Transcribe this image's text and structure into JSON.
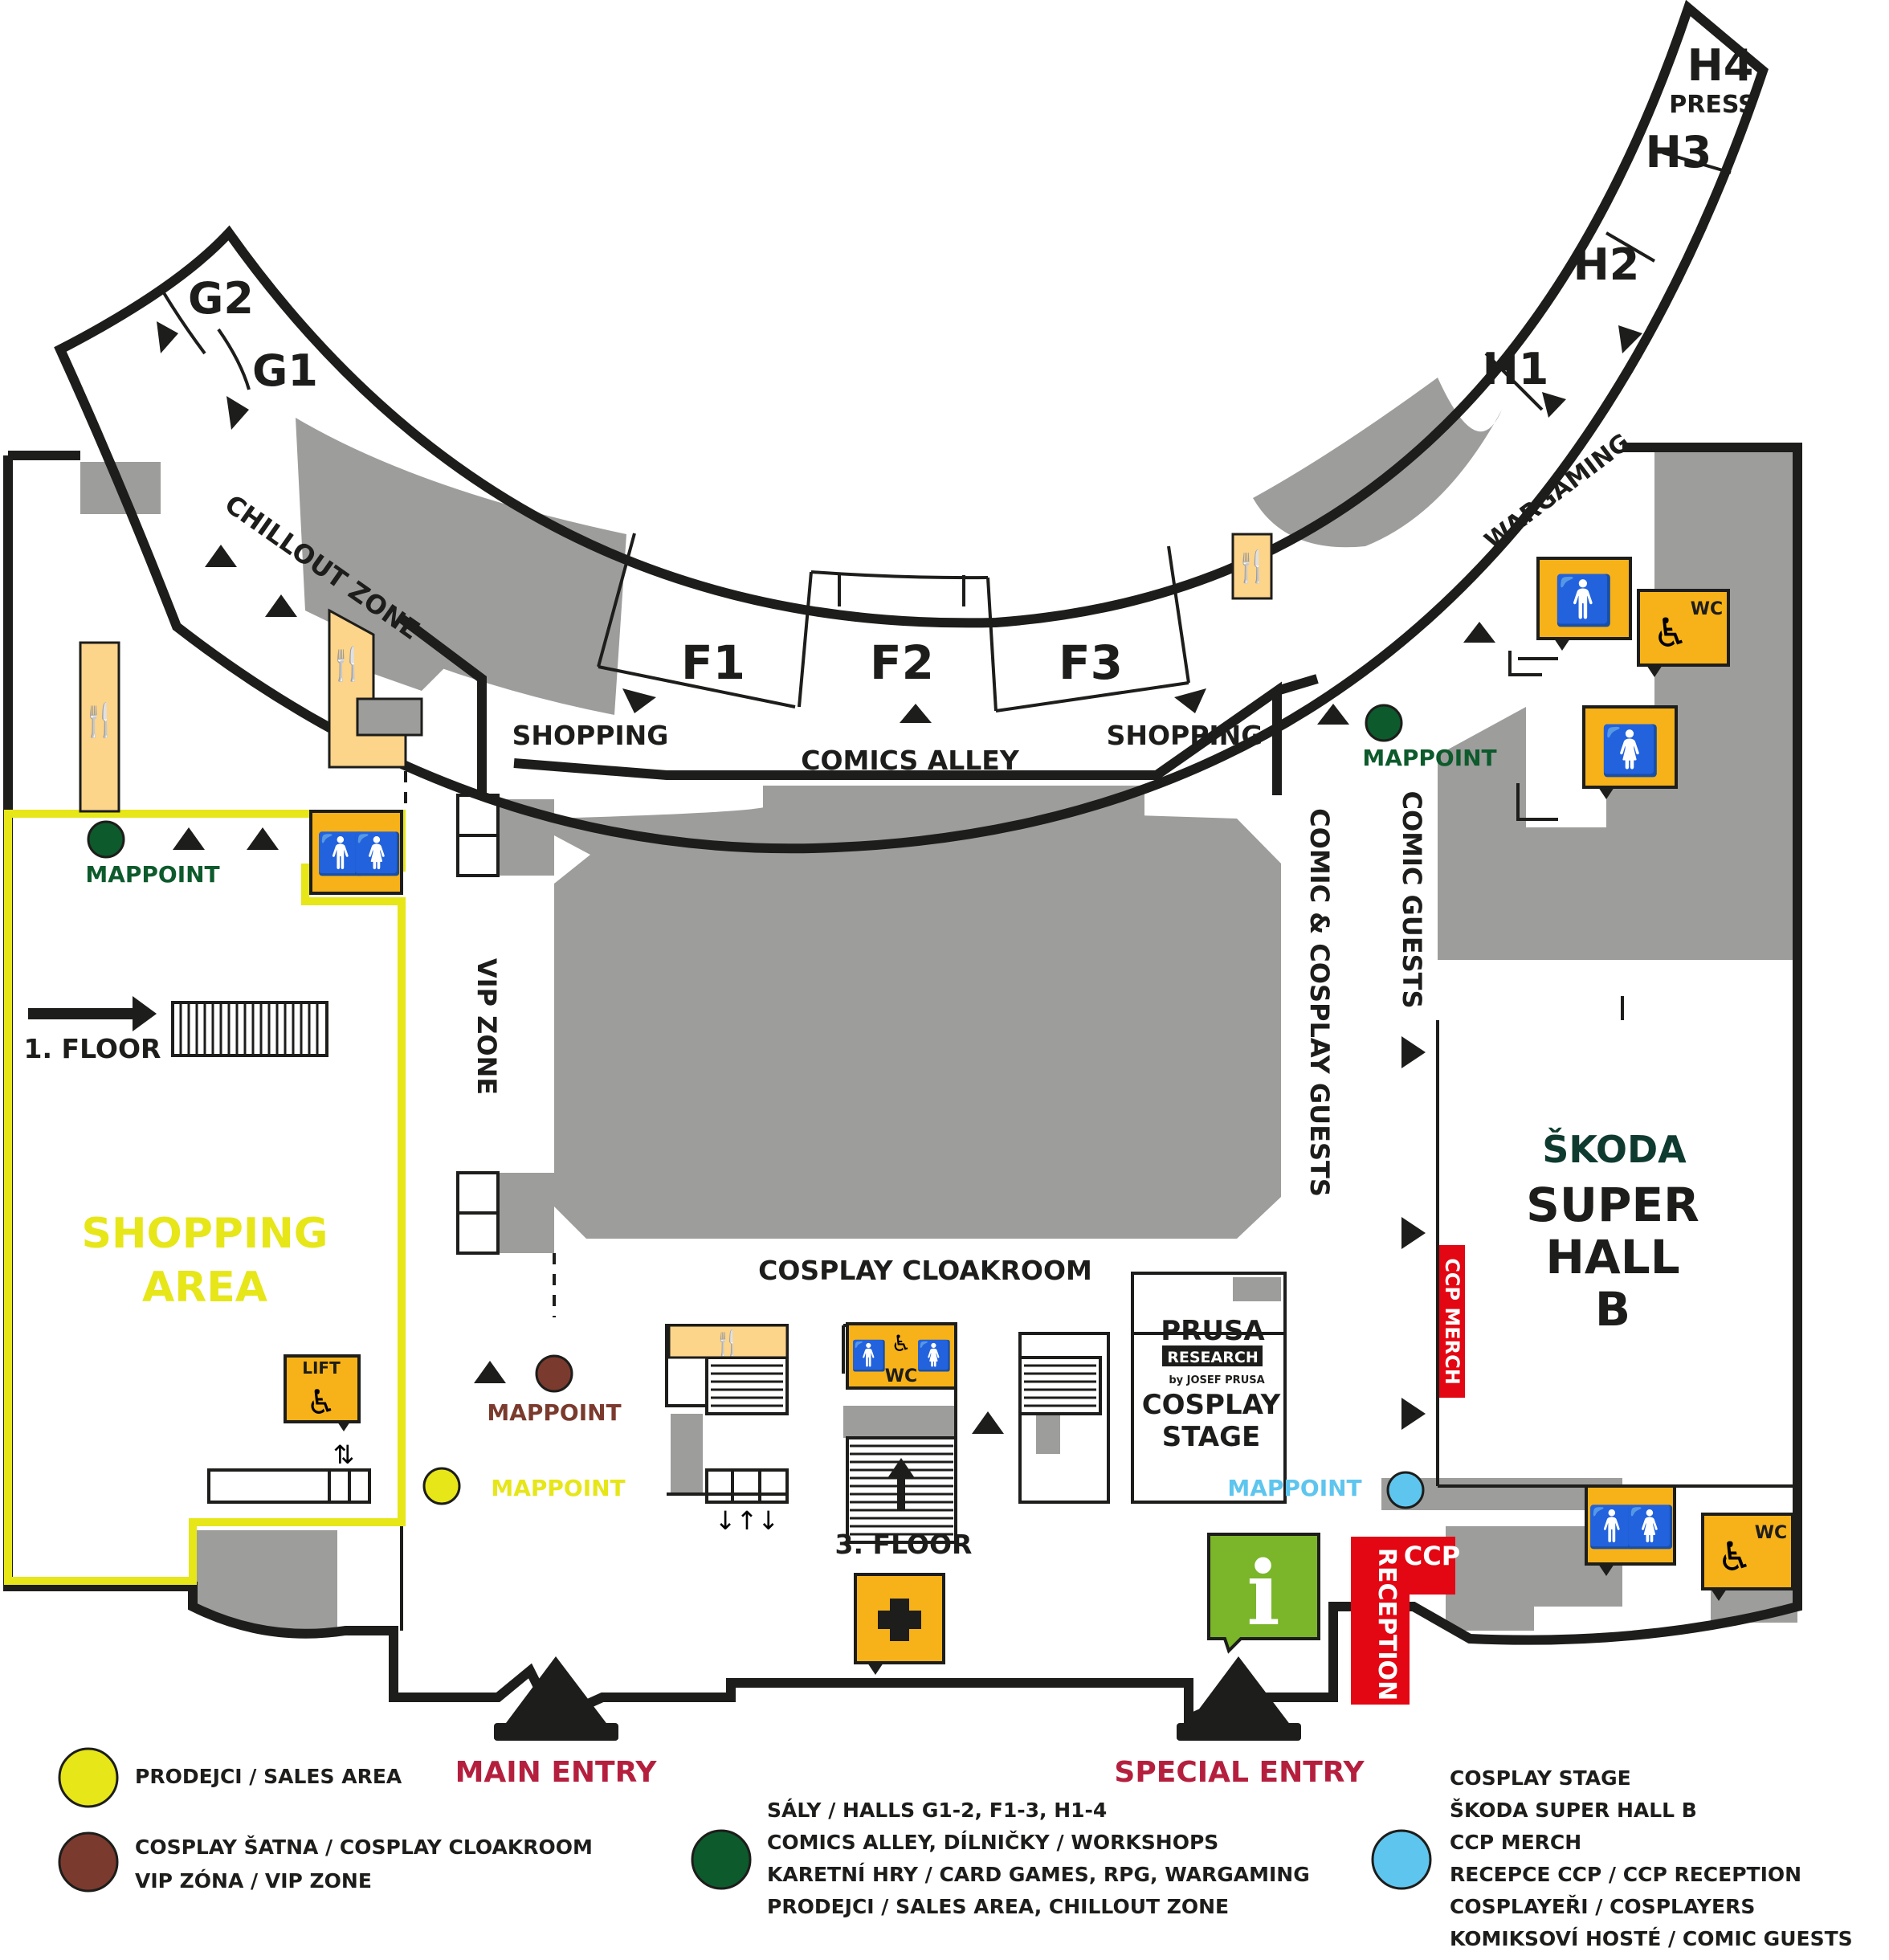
{
  "colors": {
    "gray": "#9d9d9c",
    "wall": "#1d1d1b",
    "orange": "#f7b219",
    "light_orange": "#fcd48a",
    "yellow": "#e6e619",
    "brown": "#7b3a2e",
    "green": "#0d5a2c",
    "blue": "#5ec5ee",
    "red": "#e30613",
    "info_green": "#7ab52a",
    "entry_red": "#b51f3e",
    "skoda_green": "#0e3a2f"
  },
  "halls": {
    "g2": "G2",
    "g1": "G1",
    "h4": "H4",
    "press": "PRESS",
    "h3": "H3",
    "h2": "H2",
    "h1": "H1",
    "f1": "F1",
    "f2": "F2",
    "f3": "F3"
  },
  "zones": {
    "chillout_zone": "CHILLOUT ZONE",
    "wargaming": "WARGAMING",
    "shopping_left": "SHOPPING",
    "shopping_right": "SHOPPING",
    "comics_alley": "COMICS ALLEY",
    "vip_zone": "VIP ZONE",
    "comic_cosplay_guests": "COMIC & COSPLAY GUESTS",
    "comic_guests": "COMIC GUESTS",
    "cosplay_cloakroom": "COSPLAY CLOAKROOM",
    "shopping_area_line1": "SHOPPING",
    "shopping_area_line2": "AREA",
    "first_floor": "1. FLOOR",
    "third_floor": "3. FLOOR",
    "lift": "LIFT",
    "wc": "WC",
    "w_c": "WC"
  },
  "mappoints": {
    "green_left": "MAPPOINT",
    "green_right": "MAPPOINT",
    "brown": "MAPPOINT",
    "yellow": "MAPPOINT",
    "blue": "MAPPOINT"
  },
  "venues": {
    "skoda_brand": "ŠKODA",
    "super_hall_line1": "SUPER",
    "super_hall_line2": "HALL",
    "super_hall_line3": "B",
    "ccp_merch": "CCP MERCH",
    "ccp": "CCP",
    "reception": "RECEPTION",
    "prusa": "PRUSA",
    "research": "RESEARCH",
    "by_josef_prusa": "by JOSEF PRUSA",
    "cosplay_stage_line1": "COSPLAY",
    "cosplay_stage_line2": "STAGE",
    "info_icon": "i"
  },
  "entries": {
    "main": "MAIN ENTRY",
    "special": "SPECIAL ENTRY"
  },
  "legend": {
    "yellow": [
      "PRODEJCI / SALES AREA"
    ],
    "brown": [
      "COSPLAY ŠATNA / COSPLAY CLOAKROOM",
      "VIP ZÓNA / VIP ZONE"
    ],
    "green": [
      "SÁLY / HALLS G1-2, F1-3, H1-4",
      "COMICS ALLEY, DÍLNIČKY / WORKSHOPS",
      "KARETNÍ HRY / CARD GAMES, RPG, WARGAMING",
      "PRODEJCI / SALES AREA, CHILLOUT ZONE"
    ],
    "blue": [
      "COSPLAY STAGE",
      "ŠKODA SUPER HALL B",
      "CCP MERCH",
      "RECEPCE CCP / CCP RECEPTION",
      "COSPLAYEŘI / COSPLAYERS",
      "KOMIKSOVÍ HOSTÉ / COMIC GUESTS"
    ]
  }
}
